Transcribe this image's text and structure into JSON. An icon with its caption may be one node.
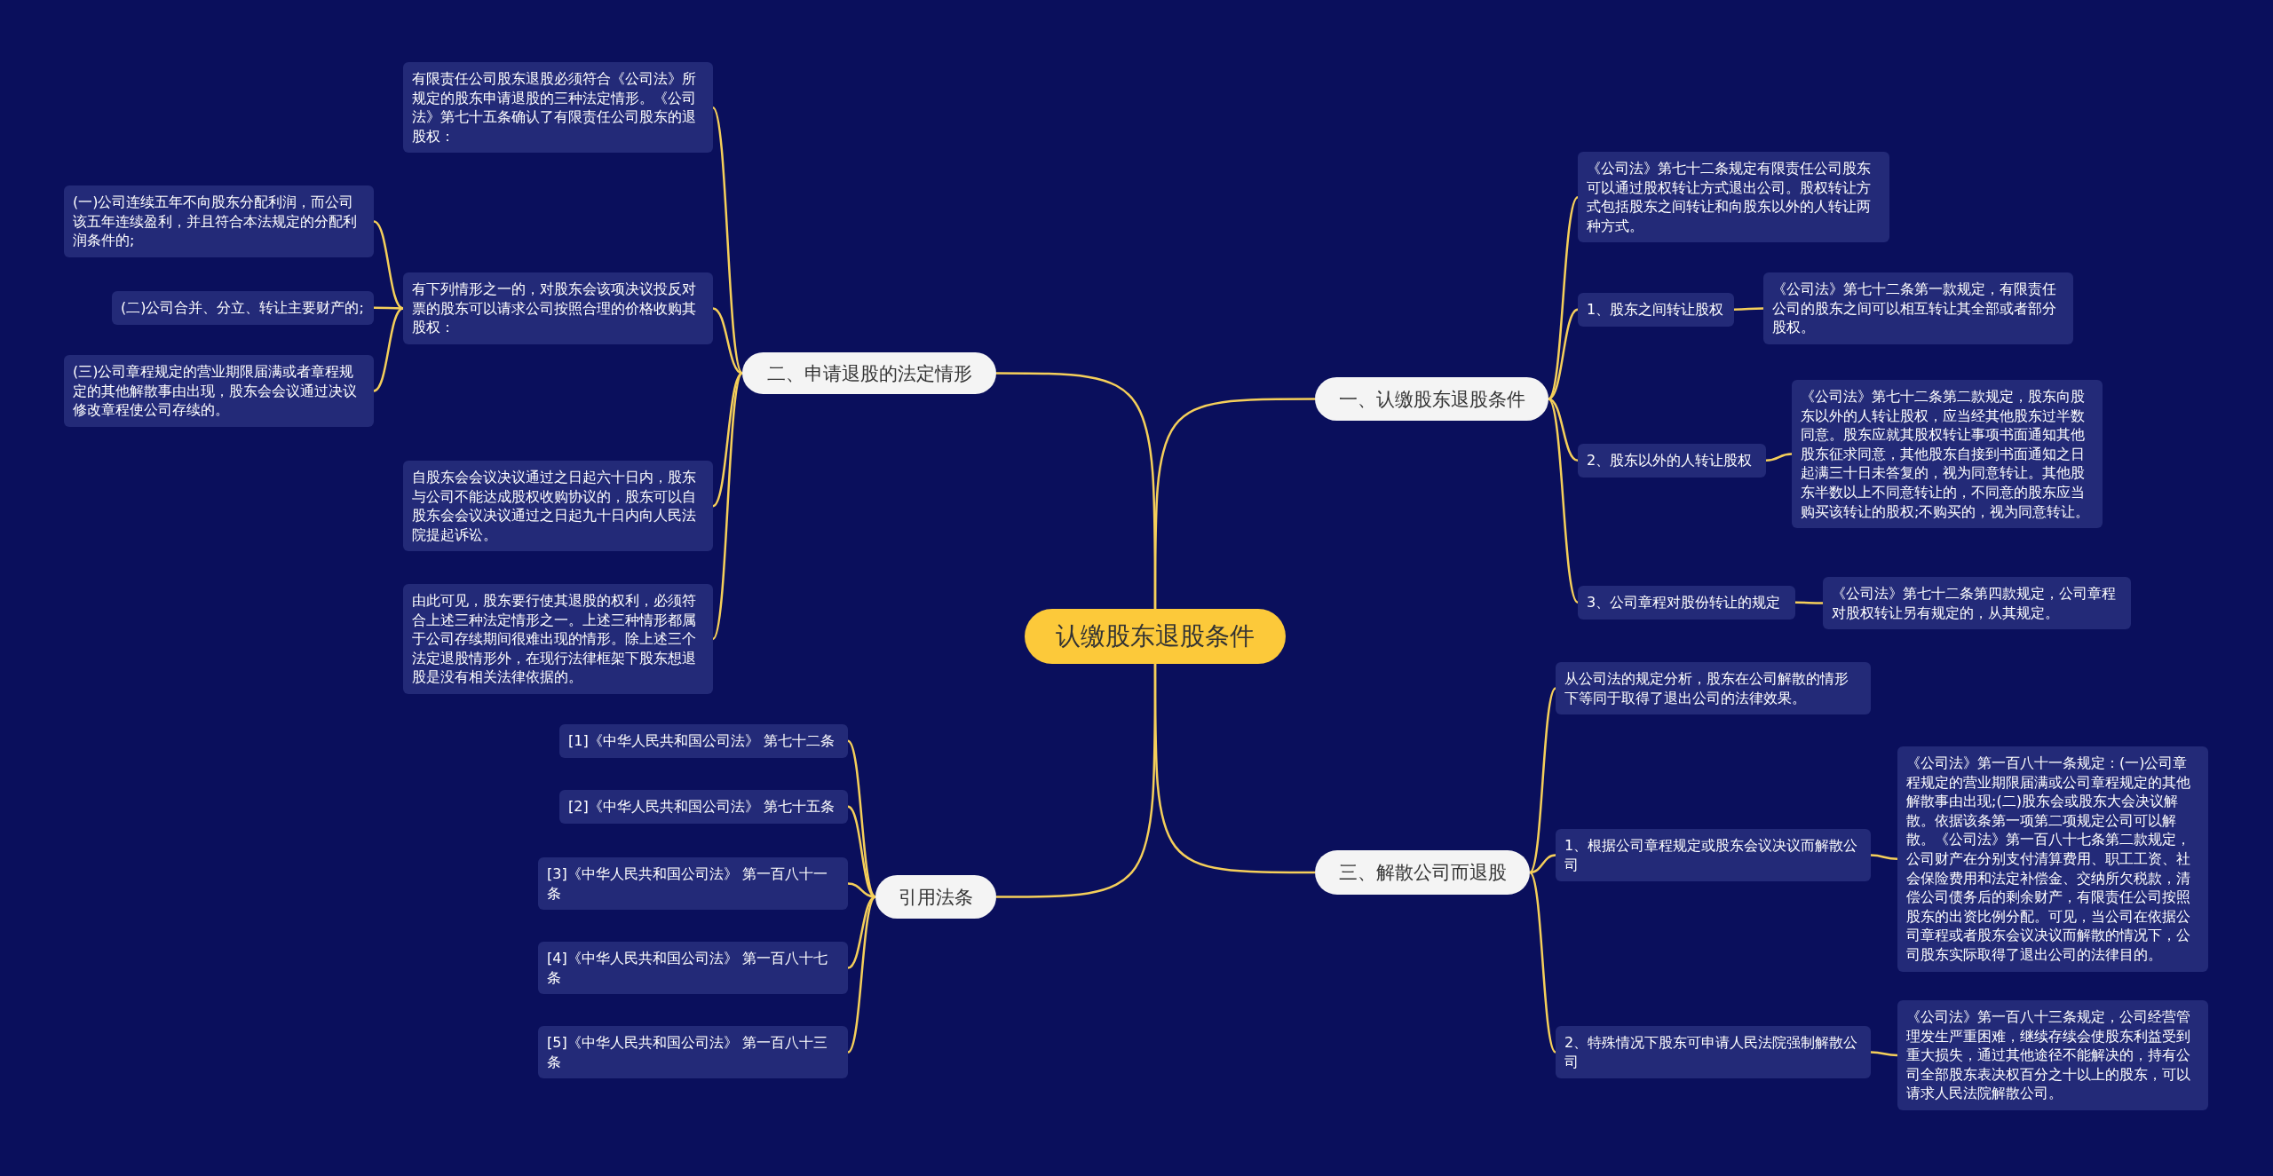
{
  "diagram": {
    "nodes": [
      {
        "text": [
          "认缴股东退股条件"
        ]
      },
      {
        "text": [
          "一、认缴股东退股条件"
        ]
      },
      {
        "text": [
          "《公司法》第七十二条规定有限责任公司股东可以通过股权转让方式退出公司。股权转让方式包括股东之间转让和向股东以外的人转让两种方式。"
        ]
      },
      {
        "text": [
          "1、股东之间转让股权"
        ]
      },
      {
        "text": [
          "《公司法》第七十二条第一款规定，有限责任公司的股东之间可以相互转让其全部或者部分股权。"
        ]
      },
      {
        "text": [
          "2、股东以外的人转让股权"
        ]
      },
      {
        "text": [
          "《公司法》第七十二条第二款规定，股东向股东以外的人转让股权，应当经其他股东过半数同意。股东应就其股权转让事项书面通知其他股东征求同意，其他股东自接到书面通知之日起满三十日未答复的，视为同意转让。其他股东半数以上不同意转让的，不同意的股东应当购买该转让的股权;不购买的，视为同意转让。"
        ]
      },
      {
        "text": [
          "3、公司章程对股份转让的规定"
        ]
      },
      {
        "text": [
          "《公司法》第七十二条第四款规定，公司章程对股权转让另有规定的，从其规定。"
        ]
      },
      {
        "text": [
          "三、解散公司而退股"
        ]
      },
      {
        "text": [
          "从公司法的规定分析，股东在公司解散的情形下等同于取得了退出公司的法律效果。"
        ]
      },
      {
        "text": [
          "1、根据公司章程规定或股东会议决议而解散公司"
        ]
      },
      {
        "text": [
          "《公司法》第一百八十一条规定：(一)公司章程规定的营业期限届满或公司章程规定的其他解散事由出现;(二)股东会或股东大会决议解散。依据该条第一项第二项规定公司可以解散。《公司法》第一百八十七条第二款规定，公司财产在分别支付清算费用、职工工资、社会保险费用和法定补偿金、交纳所欠税款，清偿公司债务后的剩余财产，有限责任公司按照股东的出资比例分配。可见，当公司在依据公司章程或者股东会议决议而解散的情况下，公司股东实际取得了退出公司的法律目的。"
        ]
      },
      {
        "text": [
          "2、特殊情况下股东可申请人民法院强制解散公司"
        ]
      },
      {
        "text": [
          "《公司法》第一百八十三条规定，公司经营管理发生严重困难，继续存续会使股东利益受到重大损失，通过其他途径不能解决的，持有公司全部股东表决权百分之十以上的股东，可以请求人民法院解散公司。"
        ]
      },
      {
        "text": [
          "二、申请退股的法定情形"
        ]
      },
      {
        "text": [
          "有限责任公司股东退股必须符合《公司法》所规定的股东申请退股的三种法定情形。《公司法》第七十五条确认了有限责任公司股东的退股权："
        ]
      },
      {
        "text": [
          "有下列情形之一的，对股东会该项决议投反对票的股东可以请求公司按照合理的价格收购其股权："
        ]
      },
      {
        "text": [
          "(一)公司连续五年不向股东分配利润，而公司该五年连续盈利，并且符合本法规定的分配利润条件的;"
        ]
      },
      {
        "text": [
          "(二)公司合并、分立、转让主要财产的;"
        ]
      },
      {
        "text": [
          "(三)公司章程规定的营业期限届满或者章程规定的其他解散事由出现，股东会会议通过决议修改章程使公司存续的。"
        ]
      },
      {
        "text": [
          "自股东会会议决议通过之日起六十日内，股东与公司不能达成股权收购协议的，股东可以自股东会会议决议通过之日起九十日内向人民法院提起诉讼。"
        ]
      },
      {
        "text": [
          "由此可见，股东要行使其退股的权利，必须符合上述三种法定情形之一。上述三种情形都属于公司存续期间很难出现的情形。除上述三个法定退股情形外，在现行法律框架下股东想退股是没有相关法律依据的。"
        ]
      },
      {
        "text": [
          "引用法条"
        ]
      },
      {
        "text": [
          "[1]《中华人民共和国公司法》 第七十二条"
        ]
      },
      {
        "text": [
          "[2]《中华人民共和国公司法》 第七十五条"
        ]
      },
      {
        "text": [
          "[3]《中华人民共和国公司法》 第一百八十一条"
        ]
      },
      {
        "text": [
          "[4]《中华人民共和国公司法》 第一百八十七条"
        ]
      },
      {
        "text": [
          "[5]《中华人民共和国公司法》 第一百八十三条"
        ]
      }
    ],
    "edges": [
      {
        "from": 0,
        "to": 1,
        "arrow": "none"
      },
      {
        "from": 1,
        "to": 2,
        "arrow": "none"
      },
      {
        "from": 1,
        "to": 3,
        "arrow": "none"
      },
      {
        "from": 3,
        "to": 4,
        "arrow": "none"
      },
      {
        "from": 1,
        "to": 5,
        "arrow": "none"
      },
      {
        "from": 5,
        "to": 6,
        "arrow": "none"
      },
      {
        "from": 1,
        "to": 7,
        "arrow": "none"
      },
      {
        "from": 7,
        "to": 8,
        "arrow": "none"
      },
      {
        "from": 0,
        "to": 9,
        "arrow": "none"
      },
      {
        "from": 9,
        "to": 10,
        "arrow": "none"
      },
      {
        "from": 9,
        "to": 11,
        "arrow": "none"
      },
      {
        "from": 11,
        "to": 12,
        "arrow": "none"
      },
      {
        "from": 9,
        "to": 13,
        "arrow": "none"
      },
      {
        "from": 13,
        "to": 14,
        "arrow": "none"
      },
      {
        "from": 0,
        "to": 15,
        "arrow": "none"
      },
      {
        "from": 15,
        "to": 16,
        "arrow": "none"
      },
      {
        "from": 15,
        "to": 17,
        "arrow": "none"
      },
      {
        "from": 17,
        "to": 18,
        "arrow": "none"
      },
      {
        "from": 17,
        "to": 19,
        "arrow": "none"
      },
      {
        "from": 17,
        "to": 20,
        "arrow": "none"
      },
      {
        "from": 15,
        "to": 21,
        "arrow": "none"
      },
      {
        "from": 15,
        "to": 22,
        "arrow": "none"
      },
      {
        "from": 0,
        "to": 23,
        "arrow": "none"
      },
      {
        "from": 23,
        "to": 24,
        "arrow": "none"
      },
      {
        "from": 23,
        "to": 25,
        "arrow": "none"
      },
      {
        "from": 23,
        "to": 26,
        "arrow": "none"
      },
      {
        "from": 23,
        "to": 27,
        "arrow": "none"
      },
      {
        "from": 23,
        "to": 28,
        "arrow": "none"
      }
    ]
  }
}
